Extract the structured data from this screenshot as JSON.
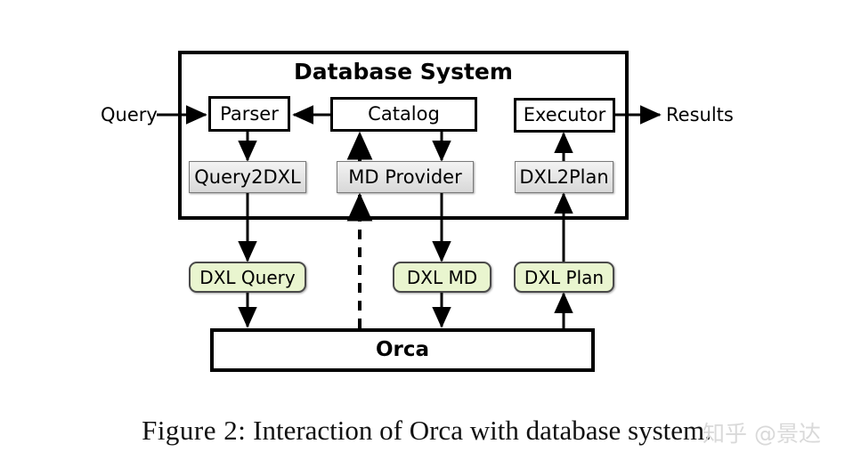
{
  "figure": {
    "caption_label": "Figure 2:",
    "caption_text": "Interaction of Orca with database system.",
    "watermark": "知乎 @景达"
  },
  "container": {
    "title": "Database System"
  },
  "external_labels": {
    "input": "Query",
    "output": "Results"
  },
  "nodes": {
    "parser": "Parser",
    "catalog": "Catalog",
    "executor": "Executor",
    "query2dxl": "Query2DXL",
    "md_provider": "MD Provider",
    "dxl2plan": "DXL2Plan",
    "dxl_query": "DXL Query",
    "dxl_md": "DXL MD",
    "dxl_plan": "DXL Plan",
    "orca": "Orca"
  },
  "colors": {
    "stroke": "#000000",
    "plain_fill": "#ffffff",
    "gray_fill": "#e4e4e4",
    "green_fill": "#e9f5cf",
    "green_stroke": "#4a4a4a",
    "background": "#ffffff",
    "watermark": "#d9d9d9"
  },
  "edges": [
    {
      "from": "Query",
      "to": "Parser",
      "style": "solid",
      "direction": "right"
    },
    {
      "from": "Catalog",
      "to": "Parser",
      "style": "solid",
      "direction": "left"
    },
    {
      "from": "Executor",
      "to": "Results",
      "style": "solid",
      "direction": "right"
    },
    {
      "from": "Parser",
      "to": "Query2DXL",
      "style": "solid",
      "direction": "down"
    },
    {
      "from": "Catalog",
      "to": "MD Provider",
      "style": "solid",
      "direction": "down"
    },
    {
      "from": "DXL2Plan",
      "to": "Executor",
      "style": "solid",
      "direction": "up"
    },
    {
      "from": "Query2DXL",
      "to": "DXL Query",
      "style": "solid",
      "direction": "down"
    },
    {
      "from": "MD Provider",
      "to": "DXL MD",
      "style": "solid",
      "direction": "down"
    },
    {
      "from": "DXL Plan",
      "to": "DXL2Plan",
      "style": "solid",
      "direction": "up"
    },
    {
      "from": "DXL Query",
      "to": "Orca",
      "style": "solid",
      "direction": "down"
    },
    {
      "from": "DXL MD",
      "to": "Orca",
      "style": "solid",
      "direction": "down"
    },
    {
      "from": "Orca",
      "to": "DXL Plan",
      "style": "solid",
      "direction": "up"
    },
    {
      "from": "Orca",
      "to": "MD Provider",
      "style": "dashed",
      "direction": "up"
    },
    {
      "from": "MD Provider",
      "to": "Catalog",
      "style": "dashed",
      "direction": "up"
    }
  ]
}
